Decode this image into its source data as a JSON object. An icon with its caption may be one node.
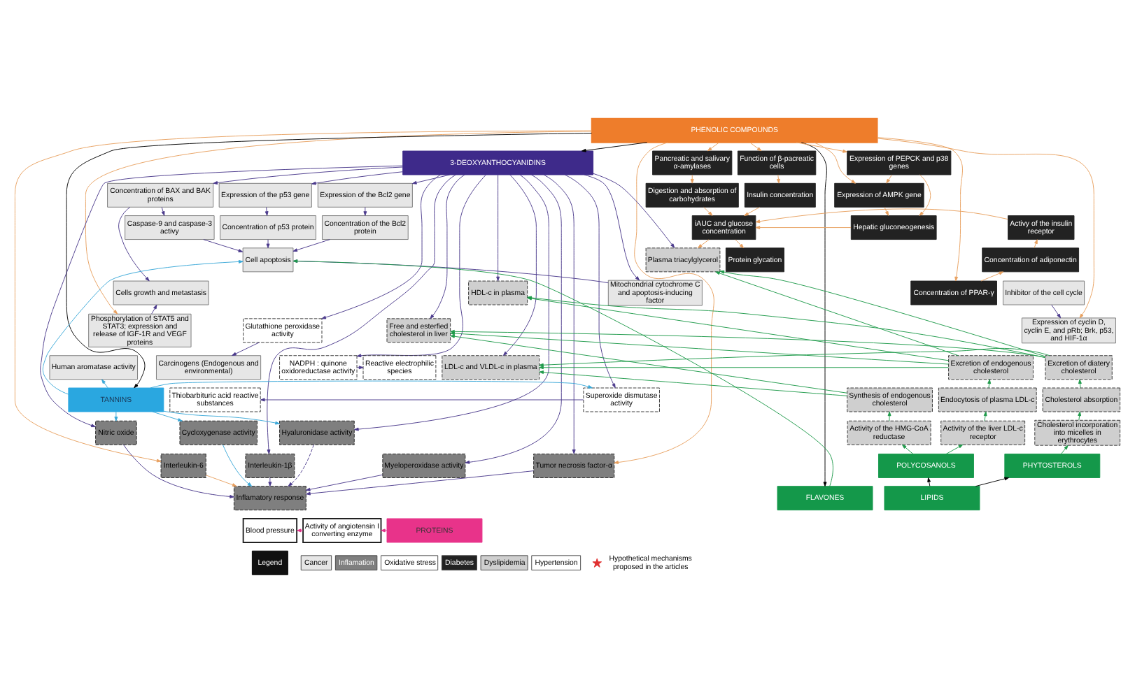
{
  "diagram": {
    "nodes": [
      {
        "text": [
          "PHENOLIC COMPOUNDS"
        ]
      },
      {
        "text": [
          "3-DEOXYANTHOCYANIDINS"
        ]
      },
      {
        "text": [
          "Concentration of BAX and BAK proteins"
        ]
      },
      {
        "text": [
          "Expression of the p53 gene"
        ]
      },
      {
        "text": [
          "Expression of the Bcl2 gene"
        ]
      },
      {
        "text": [
          "Caspase-9 and caspase-3 activy"
        ]
      },
      {
        "text": [
          "Concentration of p53 protein"
        ]
      },
      {
        "text": [
          "Concentration of the Bcl2 protein"
        ]
      },
      {
        "text": [
          "Cell apoptosis"
        ]
      },
      {
        "text": [
          "Cells growth and metastasis"
        ]
      },
      {
        "text": [
          "Inhibitor of the cell cycle"
        ]
      },
      {
        "text": [
          "Mitochondrial cytochrome C and apoptosis-inducing factor"
        ]
      },
      {
        "text": [
          "Phosphorylation of STAT5 and STAT3; expression and release of IGF-1R and VEGF proteins"
        ]
      },
      {
        "text": [
          "Expression of cyclin D, cyclin E, and pRb; Brk, p53, and HIF-1α"
        ]
      },
      {
        "text": [
          "Carcinogens (Endogenous and environmental)"
        ]
      },
      {
        "text": [
          "Reactive electrophilic species"
        ]
      },
      {
        "text": [
          "Thiobarbituric acid reactive substances"
        ]
      },
      {
        "text": [
          "Glutathione peroxidase activity"
        ]
      },
      {
        "text": [
          "NADPH : quinone oxidoreductase activity"
        ]
      },
      {
        "text": [
          "Superoxide dismutase activity"
        ]
      },
      {
        "text": [
          "Human aromatase activity"
        ]
      },
      {
        "text": [
          "TANNINS"
        ]
      },
      {
        "text": [
          "Cycloxygenase activity"
        ]
      },
      {
        "text": [
          "Hyaluronidase activity"
        ]
      },
      {
        "text": [
          "Nitric oxide"
        ]
      },
      {
        "text": [
          "Interleukin-6"
        ]
      },
      {
        "text": [
          "Tumor necrosis factor-α"
        ]
      },
      {
        "text": [
          "Interleukin-1β"
        ]
      },
      {
        "text": [
          "Inflamatory response"
        ]
      },
      {
        "text": [
          "Myeloperoxidase activity"
        ]
      },
      {
        "text": [
          "FLAVONES"
        ]
      },
      {
        "text": [
          "Expression of PEPCK and p38 genes"
        ]
      },
      {
        "text": [
          "Pancreatic and salivary α-amylases"
        ]
      },
      {
        "text": [
          "Expression of AMPK gene"
        ]
      },
      {
        "text": [
          "Digestion and absorption of carbohydrates"
        ]
      },
      {
        "text": [
          "Hepatic gluconeogenesis"
        ]
      },
      {
        "text": [
          "iAUC and glucose concentration"
        ]
      },
      {
        "text": [
          "Protein glycation"
        ]
      },
      {
        "text": [
          "Function of β-pacreatic cells"
        ]
      },
      {
        "text": [
          "Insulin concentration"
        ]
      },
      {
        "text": [
          "Activy of the insulin receptor"
        ]
      },
      {
        "text": [
          "Concentration of adiponectin"
        ]
      },
      {
        "text": [
          "Concentration of PPAR-γ"
        ]
      },
      {
        "text": [
          "Plasma triacylglycerol"
        ]
      },
      {
        "text": [
          "HDL-c in plasma"
        ]
      },
      {
        "text": [
          "Free and esterfied cholesterol in liver"
        ]
      },
      {
        "text": [
          "LDL-c and VLDL-c in plasma"
        ]
      },
      {
        "text": [
          "Synthesis of endogenous cholesterol"
        ]
      },
      {
        "text": [
          "Activity of the HMG-CoA reductase"
        ]
      },
      {
        "text": [
          "Excretion of endogenous cholesterol"
        ]
      },
      {
        "text": [
          "Excretion of diatery cholesterol"
        ]
      },
      {
        "text": [
          "Endocytosis of plasma LDL-c"
        ]
      },
      {
        "text": [
          "Cholesterol absorption"
        ]
      },
      {
        "text": [
          "Activity of the liver LDL-c receptor"
        ]
      },
      {
        "text": [
          "Cholesterol incorporation into micelles in erythrocytes"
        ]
      },
      {
        "text": [
          "POLYCOSANOLS"
        ]
      },
      {
        "text": [
          "PHYTOSTEROLS"
        ]
      },
      {
        "text": [
          "LIPIDS"
        ]
      },
      {
        "text": [
          "Blood pressure"
        ]
      },
      {
        "text": [
          "Activity of angiotensin I converting enzyme"
        ]
      },
      {
        "text": [
          "PROTEINS"
        ]
      }
    ],
    "edges": [
      {
        "from": 0,
        "to": 1,
        "arrow": "to",
        "color": "#000000"
      },
      {
        "from": 0,
        "to": 21,
        "arrow": "to",
        "color": "#000000"
      },
      {
        "from": 0,
        "to": 30,
        "arrow": "to",
        "color": "#000000"
      },
      {
        "from": 1,
        "to": 2,
        "arrow": "to",
        "color": "#4b3a8c"
      },
      {
        "from": 1,
        "to": 3,
        "arrow": "to",
        "color": "#4b3a8c"
      },
      {
        "from": 1,
        "to": 4,
        "arrow": "to",
        "color": "#4b3a8c"
      },
      {
        "from": 2,
        "to": 5,
        "arrow": "to",
        "color": "#4b3a8c"
      },
      {
        "from": 3,
        "to": 6,
        "arrow": "to",
        "color": "#4b3a8c"
      },
      {
        "from": 4,
        "to": 7,
        "arrow": "to",
        "color": "#4b3a8c"
      },
      {
        "from": 5,
        "to": 8,
        "arrow": "to",
        "color": "#4b3a8c"
      },
      {
        "from": 6,
        "to": 8,
        "arrow": "to",
        "color": "#4b3a8c"
      },
      {
        "from": 7,
        "to": 8,
        "arrow": "to",
        "color": "#4b3a8c"
      },
      {
        "from": 11,
        "to": 8,
        "arrow": "to",
        "color": "#4b3a8c"
      },
      {
        "from": 2,
        "to": 9,
        "arrow": "to",
        "color": "#4b3a8c"
      },
      {
        "from": 12,
        "to": 9,
        "arrow": "to",
        "color": "#4b3a8c"
      },
      {
        "from": 10,
        "to": 13,
        "arrow": "to",
        "color": "#4b3a8c"
      },
      {
        "from": 1,
        "to": 11,
        "arrow": "to",
        "color": "#4b3a8c"
      },
      {
        "from": 1,
        "to": 43,
        "arrow": "to",
        "color": "#4b3a8c"
      },
      {
        "from": 1,
        "to": 44,
        "arrow": "to",
        "color": "#4b3a8c"
      },
      {
        "from": 1,
        "to": 45,
        "arrow": "to",
        "color": "#4b3a8c"
      },
      {
        "from": 1,
        "to": 46,
        "arrow": "to",
        "color": "#4b3a8c"
      },
      {
        "from": 1,
        "to": 17,
        "arrow": "to",
        "color": "#4b3a8c"
      },
      {
        "from": 1,
        "to": 18,
        "arrow": "to",
        "color": "#4b3a8c"
      },
      {
        "from": 1,
        "to": 19,
        "arrow": "to",
        "color": "#4b3a8c"
      },
      {
        "from": 1,
        "to": 23,
        "arrow": "to",
        "color": "#4b3a8c"
      },
      {
        "from": 1,
        "to": 24,
        "arrow": "to",
        "color": "#4b3a8c"
      },
      {
        "from": 1,
        "to": 26,
        "arrow": "to",
        "color": "#4b3a8c"
      },
      {
        "from": 1,
        "to": 27,
        "arrow": "to",
        "color": "#4b3a8c"
      },
      {
        "from": 1,
        "to": 29,
        "arrow": "to",
        "color": "#4b3a8c"
      },
      {
        "from": 17,
        "to": 14,
        "arrow": "to",
        "color": "#4b3a8c"
      },
      {
        "from": 18,
        "to": 15,
        "arrow": "to",
        "color": "#4b3a8c"
      },
      {
        "from": 19,
        "to": 16,
        "arrow": "to",
        "color": "#4b3a8c"
      },
      {
        "from": 0,
        "to": 12,
        "arrow": "to",
        "color": "#e8a060"
      },
      {
        "from": 0,
        "to": 13,
        "arrow": "to",
        "color": "#e8a060"
      },
      {
        "from": 0,
        "to": 25,
        "arrow": "to",
        "color": "#e8a060"
      },
      {
        "from": 0,
        "to": 26,
        "arrow": "to",
        "color": "#e8a060"
      },
      {
        "from": 21,
        "to": 8,
        "arrow": "to",
        "color": "#3aa8d8"
      },
      {
        "from": 21,
        "to": 20,
        "arrow": "to",
        "color": "#3aa8d8"
      },
      {
        "from": 21,
        "to": 22,
        "arrow": "to",
        "color": "#3aa8d8"
      },
      {
        "from": 21,
        "to": 23,
        "arrow": "to",
        "color": "#3aa8d8"
      },
      {
        "from": 21,
        "to": 24,
        "arrow": "to",
        "color": "#3aa8d8"
      },
      {
        "from": 21,
        "to": 19,
        "arrow": "to",
        "color": "#3aa8d8"
      },
      {
        "from": 30,
        "to": 8,
        "arrow": "to",
        "color": "#1f9a4a"
      },
      {
        "from": 22,
        "to": 28,
        "arrow": "to",
        "color": "#3aa8d8"
      },
      {
        "from": 23,
        "to": 28,
        "arrow": "to",
        "style": "dashed",
        "color": "#4b3a8c"
      },
      {
        "from": 24,
        "to": 28,
        "arrow": "to",
        "color": "#4b3a8c"
      },
      {
        "from": 25,
        "to": 28,
        "arrow": "to",
        "color": "#e8a060"
      },
      {
        "from": 26,
        "to": 28,
        "arrow": "to",
        "color": "#4b3a8c"
      },
      {
        "from": 27,
        "to": 28,
        "arrow": "to",
        "color": "#4b3a8c"
      },
      {
        "from": 29,
        "to": 28,
        "arrow": "to",
        "color": "#4b3a8c"
      },
      {
        "from": 0,
        "to": 31,
        "arrow": "to",
        "color": "#e8a060"
      },
      {
        "from": 0,
        "to": 33,
        "arrow": "to",
        "color": "#e8a060"
      },
      {
        "from": 0,
        "to": 32,
        "arrow": "to",
        "color": "#e8a060"
      },
      {
        "from": 0,
        "to": 38,
        "arrow": "to",
        "color": "#e8a060"
      },
      {
        "from": 0,
        "to": 42,
        "arrow": "to",
        "color": "#e8a060"
      },
      {
        "from": 31,
        "to": 33,
        "arrow": "to",
        "color": "#e8a060"
      },
      {
        "from": 31,
        "to": 35,
        "arrow": "to",
        "color": "#e8a060"
      },
      {
        "from": 33,
        "to": 35,
        "arrow": "to",
        "color": "#e8a060"
      },
      {
        "from": 32,
        "to": 34,
        "arrow": "to",
        "color": "#e8a060"
      },
      {
        "from": 34,
        "to": 36,
        "arrow": "to",
        "color": "#e8a060"
      },
      {
        "from": 35,
        "to": 36,
        "arrow": "to",
        "color": "#e8a060"
      },
      {
        "from": 36,
        "to": 37,
        "arrow": "to",
        "color": "#e8a060"
      },
      {
        "from": 38,
        "to": 39,
        "arrow": "to",
        "color": "#e8a060"
      },
      {
        "from": 39,
        "to": 36,
        "arrow": "to",
        "color": "#e8a060"
      },
      {
        "from": 40,
        "to": 36,
        "arrow": "to",
        "color": "#e8a060"
      },
      {
        "from": 41,
        "to": 40,
        "arrow": "to",
        "color": "#e8a060"
      },
      {
        "from": 42,
        "to": 41,
        "arrow": "to",
        "color": "#e8a060"
      },
      {
        "from": 36,
        "to": 43,
        "arrow": "to",
        "color": "#e8a060"
      },
      {
        "from": 57,
        "to": 55,
        "arrow": "to",
        "color": "#000000"
      },
      {
        "from": 57,
        "to": 56,
        "arrow": "to",
        "color": "#000000"
      },
      {
        "from": 55,
        "to": 48,
        "arrow": "to",
        "color": "#1f9a4a"
      },
      {
        "from": 55,
        "to": 53,
        "arrow": "to",
        "color": "#1f9a4a"
      },
      {
        "from": 48,
        "to": 47,
        "arrow": "to",
        "color": "#1f9a4a"
      },
      {
        "from": 47,
        "to": 46,
        "arrow": "to",
        "color": "#1f9a4a"
      },
      {
        "from": 47,
        "to": 45,
        "arrow": "to",
        "color": "#1f9a4a"
      },
      {
        "from": 53,
        "to": 51,
        "arrow": "to",
        "color": "#1f9a4a"
      },
      {
        "from": 51,
        "to": 49,
        "arrow": "to",
        "color": "#1f9a4a"
      },
      {
        "from": 56,
        "to": 54,
        "arrow": "to",
        "color": "#1f9a4a"
      },
      {
        "from": 54,
        "to": 52,
        "arrow": "to",
        "color": "#1f9a4a"
      },
      {
        "from": 52,
        "to": 50,
        "arrow": "to",
        "color": "#1f9a4a"
      },
      {
        "from": 49,
        "to": 43,
        "arrow": "to",
        "color": "#1f9a4a"
      },
      {
        "from": 49,
        "to": 44,
        "arrow": "to",
        "color": "#1f9a4a"
      },
      {
        "from": 49,
        "to": 45,
        "arrow": "to",
        "color": "#1f9a4a"
      },
      {
        "from": 49,
        "to": 46,
        "arrow": "to",
        "color": "#1f9a4a"
      },
      {
        "from": 50,
        "to": 43,
        "arrow": "to",
        "color": "#1f9a4a"
      },
      {
        "from": 50,
        "to": 44,
        "arrow": "to",
        "color": "#1f9a4a"
      },
      {
        "from": 50,
        "to": 45,
        "arrow": "to",
        "color": "#1f9a4a"
      },
      {
        "from": 50,
        "to": 46,
        "arrow": "to",
        "color": "#1f9a4a"
      },
      {
        "from": 60,
        "to": 59,
        "arrow": "to",
        "color": "#e0338a"
      },
      {
        "from": 59,
        "to": 58,
        "arrow": "to",
        "color": "#e0338a"
      }
    ],
    "labels": [
      "Legend"
    ],
    "legend": [
      {
        "text": "Cancer",
        "color": "#e6e6e6"
      },
      {
        "text": "Inflamation",
        "color": "#7f7f7f"
      },
      {
        "text": "Oxidative stress",
        "color": "#ffffff"
      },
      {
        "text": "Diabetes",
        "color": "#222222"
      },
      {
        "text": "Dyslipidemia",
        "color": "#cfcfcf"
      },
      {
        "text": "Hypertension",
        "color": "#ffffff"
      },
      {
        "text": "Hypothetical mechanisms proposed in the articles"
      }
    ]
  }
}
